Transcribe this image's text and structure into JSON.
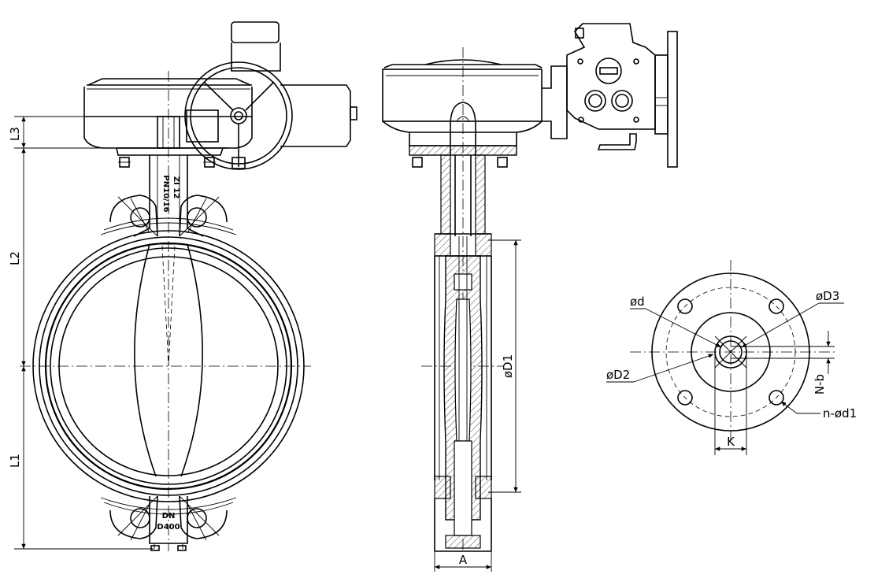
{
  "dimensions": {
    "L3": "L3",
    "L2": "L2",
    "L1": "L1",
    "A": "A",
    "D1": "øD1",
    "d": "ød",
    "D2": "øD2",
    "D3": "øD3",
    "Nb": "N-b",
    "nd1": "n-ød1",
    "K": "K"
  },
  "body_marks": {
    "stem_mark_1": "ZI 12",
    "stem_mark_2": "PN10/16",
    "dn_label": "DN",
    "size_label": "D400"
  },
  "colors": {
    "line": "#000000",
    "background": "#ffffff"
  }
}
